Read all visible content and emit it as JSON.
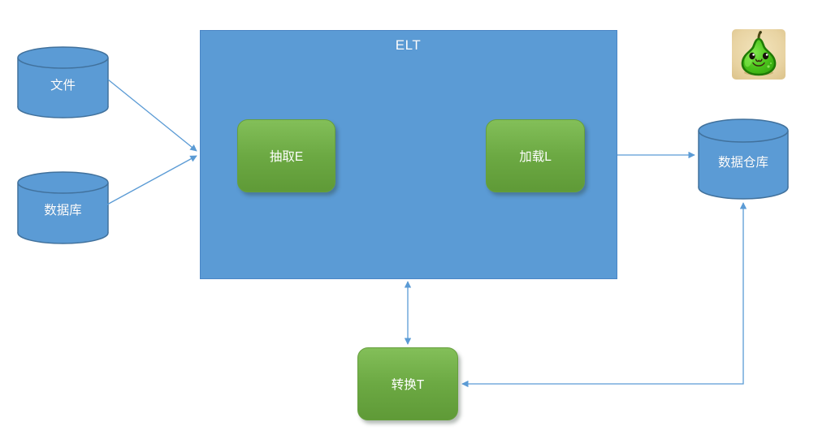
{
  "diagram": {
    "container": {
      "label": "ELT",
      "shape": "rectangle"
    },
    "nodes": {
      "files": {
        "label": "文件",
        "shape": "cylinder"
      },
      "database": {
        "label": "数据库",
        "shape": "cylinder"
      },
      "extract": {
        "label": "抽取E",
        "shape": "rounded-rectangle"
      },
      "load": {
        "label": "加载L",
        "shape": "rounded-rectangle"
      },
      "transform": {
        "label": "转换T",
        "shape": "rounded-rectangle"
      },
      "warehouse": {
        "label": "数据仓库",
        "shape": "cylinder"
      }
    },
    "edges": [
      {
        "from": "files",
        "to": "elt_container",
        "direction": "one-way"
      },
      {
        "from": "database",
        "to": "elt_container",
        "direction": "one-way"
      },
      {
        "from": "elt_container",
        "to": "warehouse",
        "direction": "one-way"
      },
      {
        "from": "elt_container",
        "to": "transform",
        "direction": "two-way"
      },
      {
        "from": "warehouse",
        "to": "transform",
        "direction": "two-way"
      }
    ],
    "colors": {
      "node_blue": "#5B9BD5",
      "node_blue_border": "#41719C",
      "container_border": "#4A86C5",
      "green_top": "#83BF59",
      "green_mid": "#6CA943",
      "green_bottom": "#5F9A37",
      "green_border": "#669F3D",
      "arrow": "#5B9BD5",
      "label_text": "#FFFFFF",
      "pear_green": "#4CC41C",
      "pear_outline": "#1F7A06",
      "pear_bg": "#E8D3A2"
    },
    "mascot": {
      "icon": "pear-face-icon"
    }
  }
}
